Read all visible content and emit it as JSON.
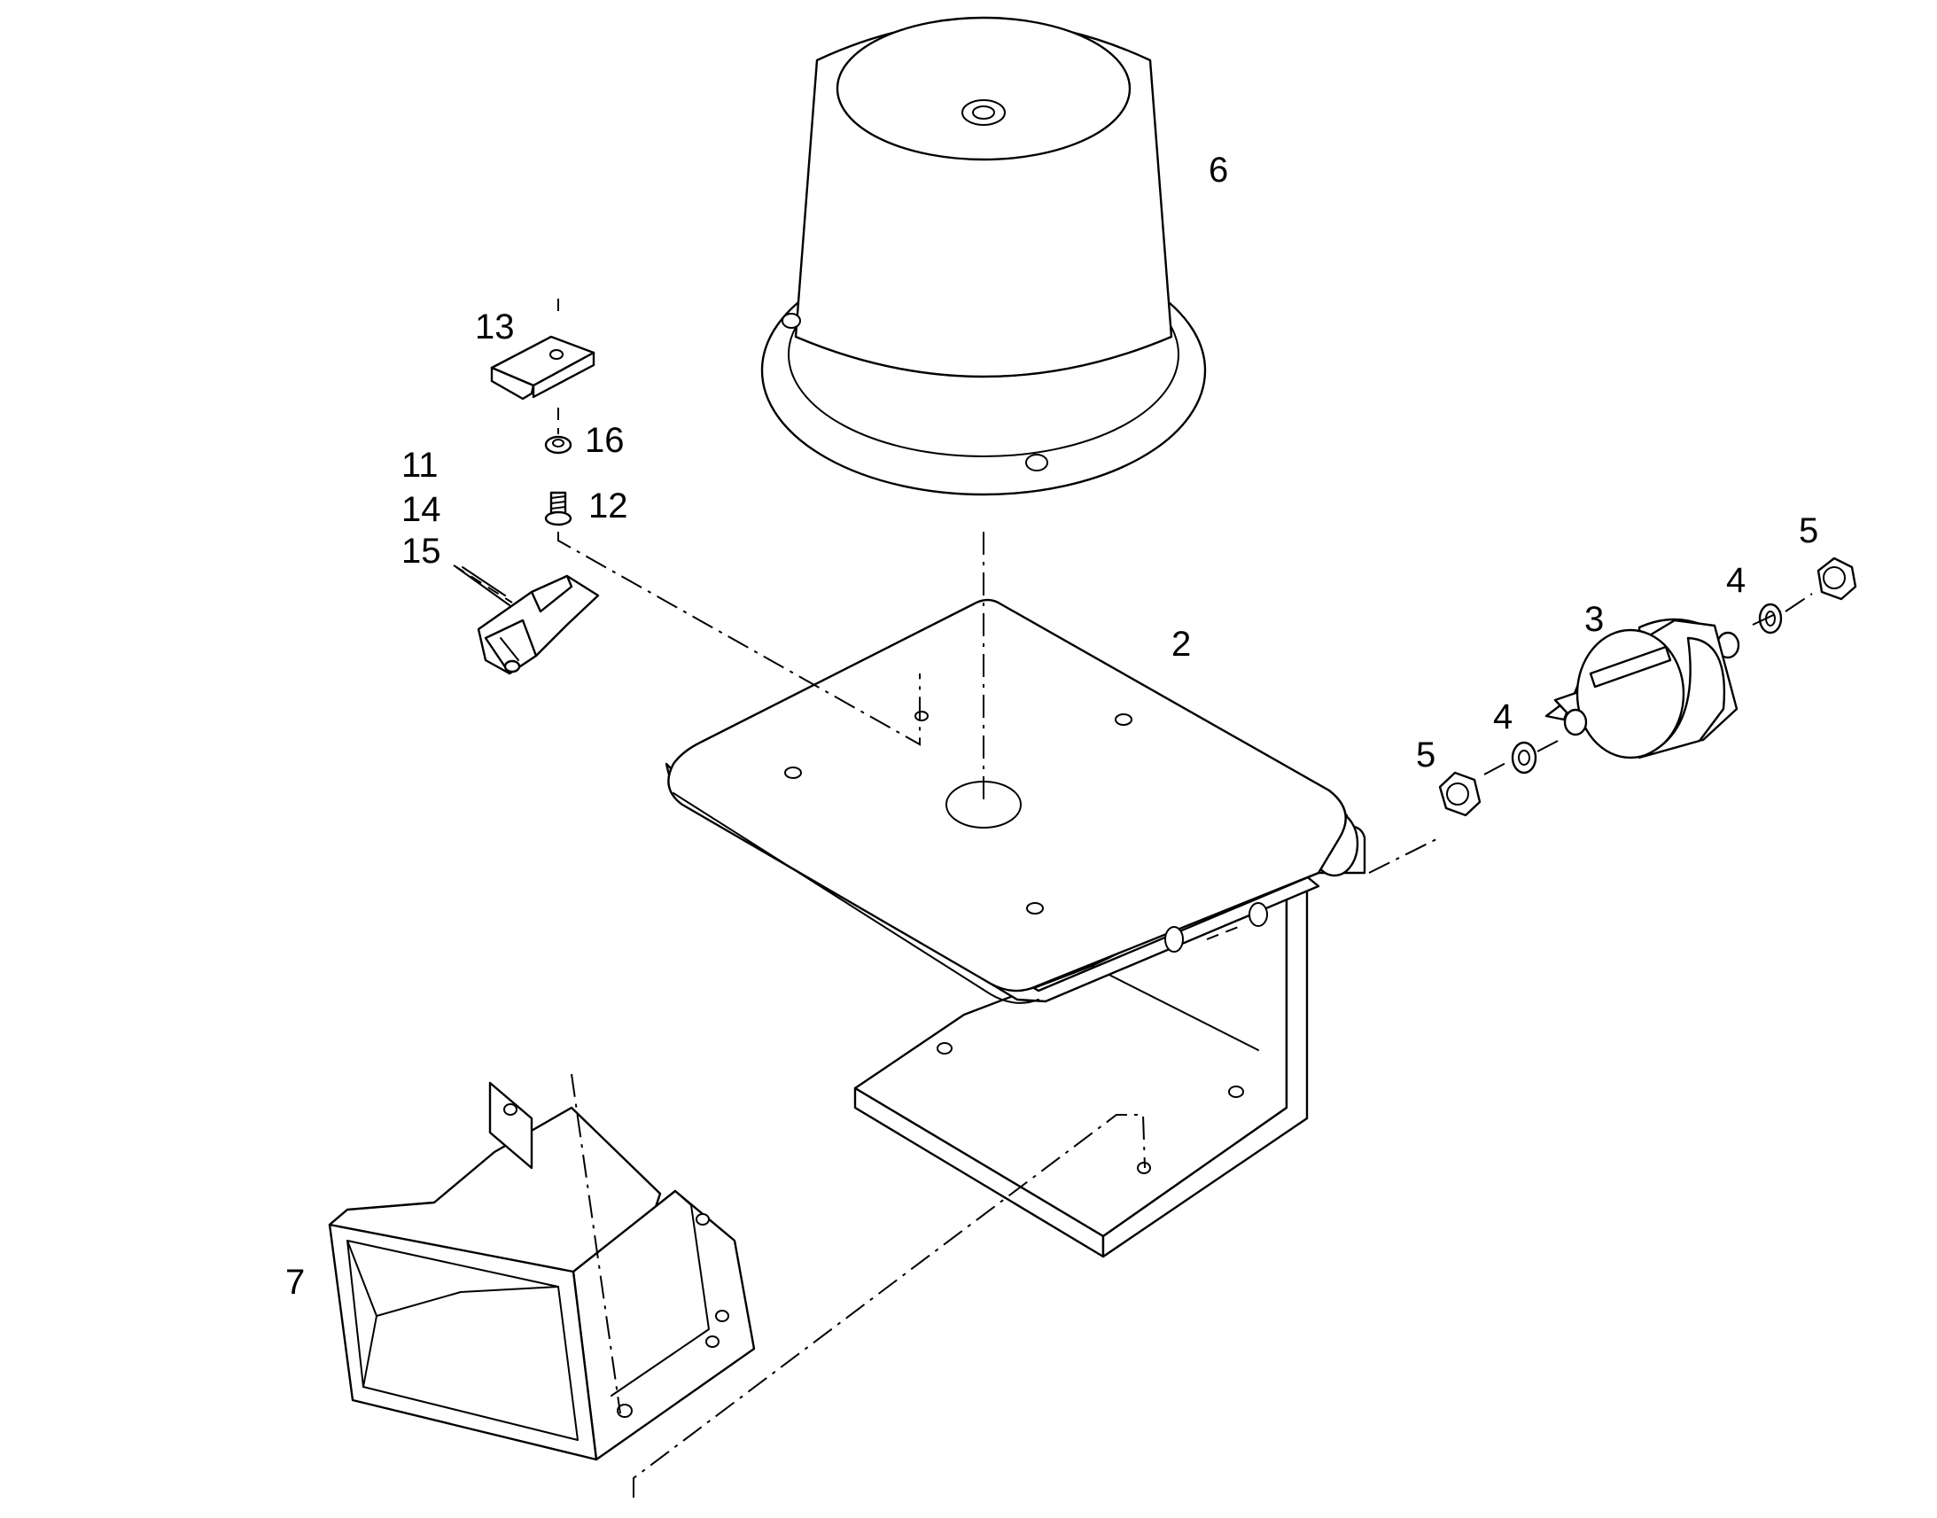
{
  "callouts": {
    "c6": "6",
    "c13": "13",
    "c16": "16",
    "c11": "11",
    "c14": "14",
    "c12": "12",
    "c15": "15",
    "c2": "2",
    "c3": "3",
    "c4a": "4",
    "c5a": "5",
    "c4b": "4",
    "c5b": "5",
    "c7": "7"
  }
}
